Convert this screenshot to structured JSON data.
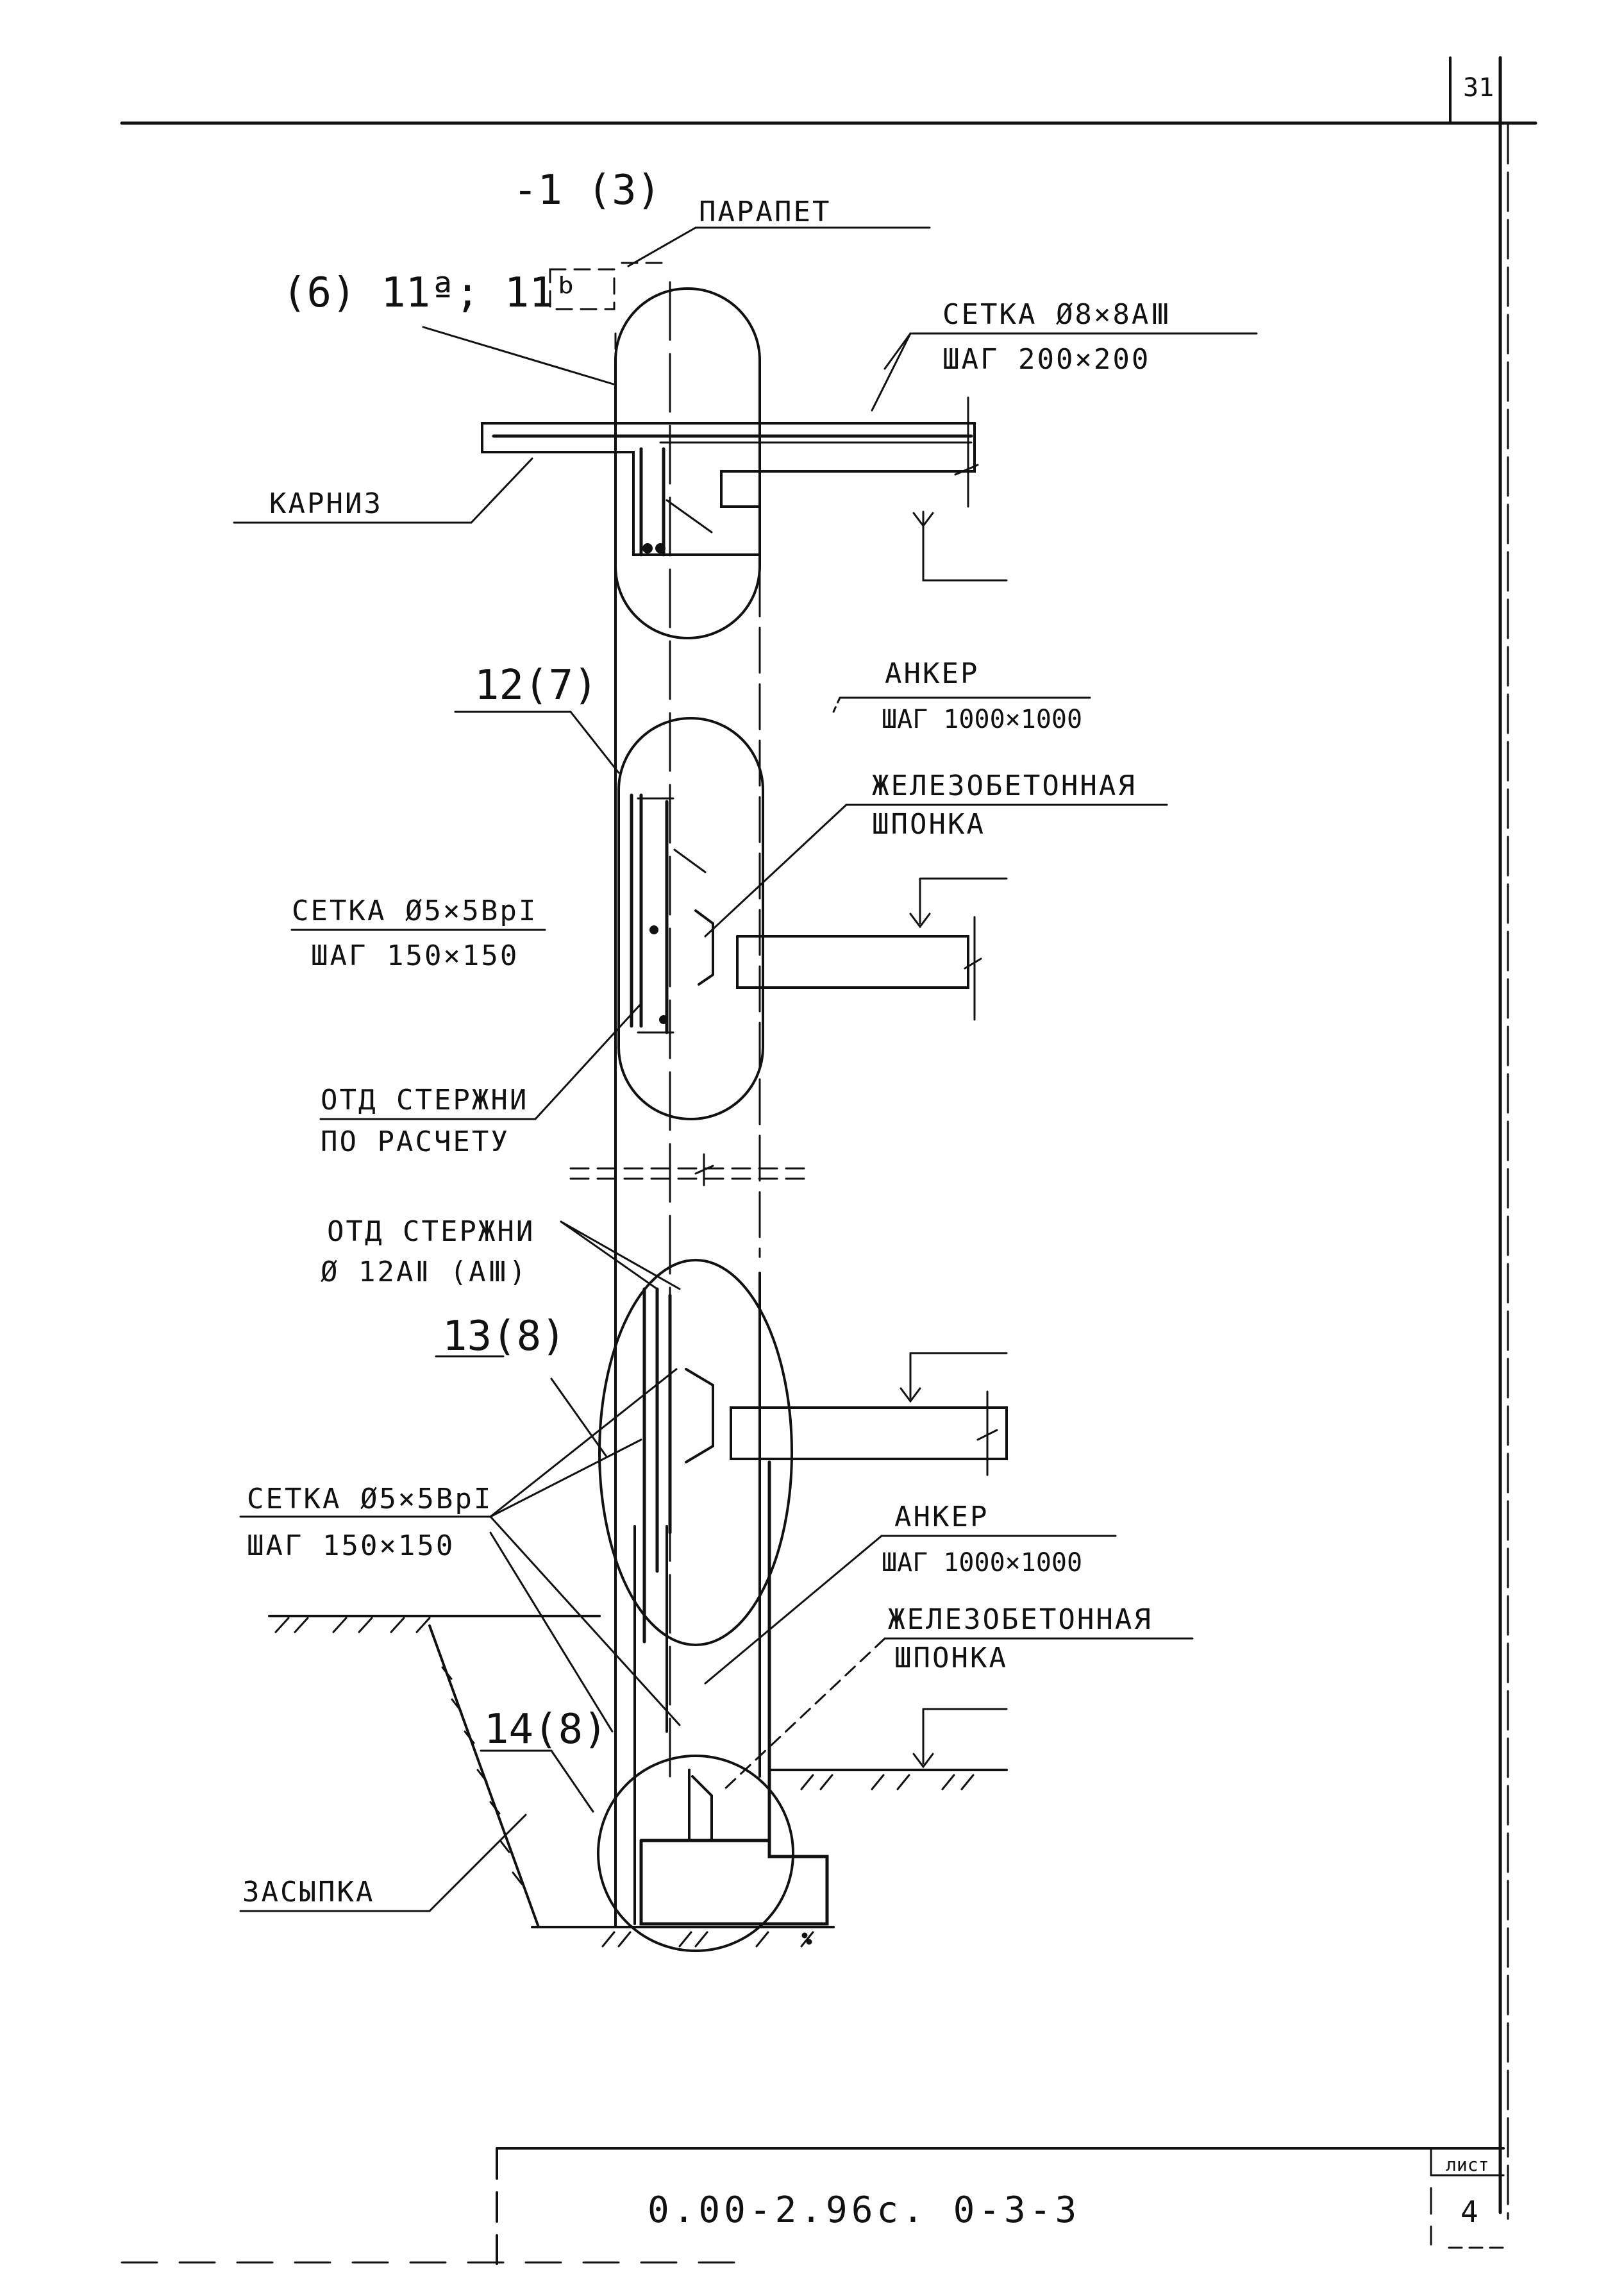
{
  "sheet": {
    "page_number": "31",
    "drawing_code": "0.00-2.96с. 0-3-3",
    "list_label": "лист",
    "list_number": "4"
  },
  "nodes": {
    "n1": "-1 (3)",
    "n11": "(6) 11ª; 11ᵇ",
    "n12": "12(7)",
    "n13": "13(8)",
    "n14": "14(8)"
  },
  "labels": {
    "parapet": "ПАРАПЕТ",
    "cornice": "КАРНИЗ",
    "mesh_top_1": "СЕТКА Ø8×8АⅢ",
    "mesh_top_2": "ШАГ 200×200",
    "anchor_1a": "АНКЕР",
    "anchor_1b": "ШАГ 1000×1000",
    "key_1a": "ЖЕЛЕЗОБЕТОННАЯ",
    "key_1b": "ШПОНКА",
    "mesh_mid_1": "СЕТКА Ø5×5ВрI",
    "mesh_mid_2": "ШАГ 150×150",
    "rods_calc_1": "ОТД СТЕРЖНИ",
    "rods_calc_2": "ПО РАСЧЕТУ",
    "rods_12_1": "ОТД СТЕРЖНИ",
    "rods_12_2": "Ø 12АⅡ (АⅢ)",
    "mesh_low_1": "СЕТКА Ø5×5ВрI",
    "mesh_low_2": "ШАГ 150×150",
    "anchor_2a": "АНКЕР",
    "anchor_2b": "ШАГ 1000×1000",
    "key_2a": "ЖЕЛЕЗОБЕТОННАЯ",
    "key_2b": "ШПОНКА",
    "backfill": "ЗАСЫПКА"
  }
}
